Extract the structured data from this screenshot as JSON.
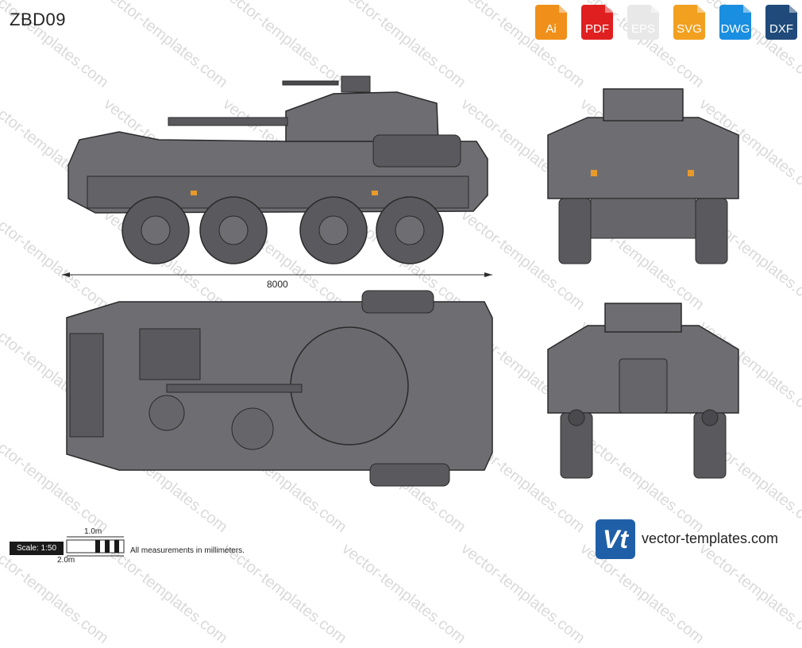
{
  "title": "ZBD09",
  "formats": [
    {
      "label": "Ai",
      "color": "#f0901a",
      "icon": "ai-file-icon"
    },
    {
      "label": "PDF",
      "color": "#e02020",
      "icon": "pdf-file-icon"
    },
    {
      "label": "EPS",
      "color": "#e8e8e8",
      "icon": "eps-file-icon"
    },
    {
      "label": "SVG",
      "color": "#f2a020",
      "icon": "svg-file-icon"
    },
    {
      "label": "DWG",
      "color": "#1a8ee0",
      "icon": "dwg-file-icon"
    },
    {
      "label": "DXF",
      "color": "#1f4a7a",
      "icon": "dxf-file-icon"
    }
  ],
  "dimension": "8000",
  "scale": {
    "label": "Scale: 1:50",
    "top": "1.0m",
    "bottom": "2.0m"
  },
  "note": "All measurements in millimeters.",
  "logo": "Vt",
  "site": "vector-templates.com",
  "watermark": "vector-templates.com",
  "colors": {
    "hull": "#6e6e72",
    "hull_dark": "#4a4a4e",
    "tire": "#5a5a5e",
    "line": "#2a2a2a",
    "lamp": "#e89a2a"
  }
}
